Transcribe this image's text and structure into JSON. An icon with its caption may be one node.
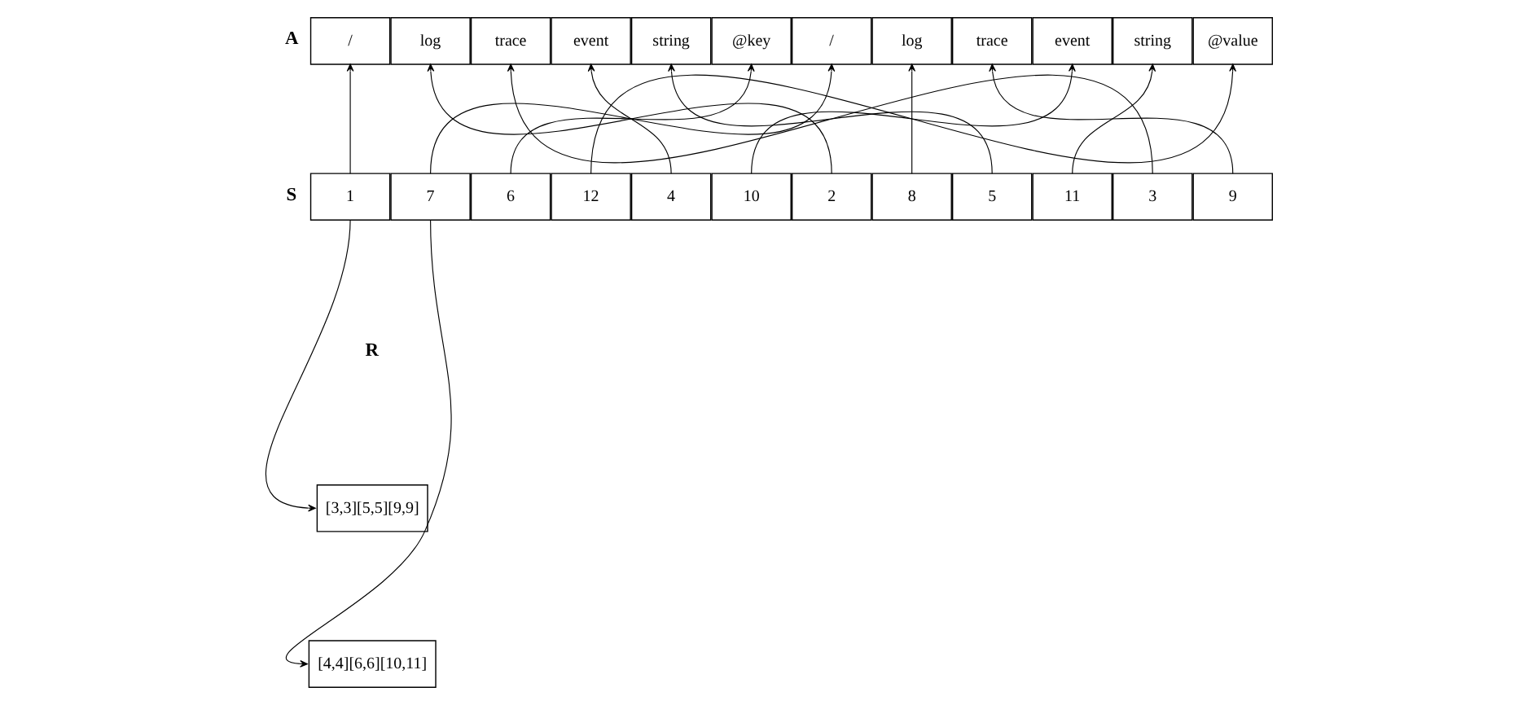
{
  "diagram": {
    "nodes": [
      {
        "text": [
          "/"
        ]
      },
      {
        "text": [
          "log"
        ]
      },
      {
        "text": [
          "trace"
        ]
      },
      {
        "text": [
          "event"
        ]
      },
      {
        "text": [
          "string"
        ]
      },
      {
        "text": [
          "@key"
        ]
      },
      {
        "text": [
          "/"
        ]
      },
      {
        "text": [
          "log"
        ]
      },
      {
        "text": [
          "trace"
        ]
      },
      {
        "text": [
          "event"
        ]
      },
      {
        "text": [
          "string"
        ]
      },
      {
        "text": [
          "@value"
        ]
      },
      {
        "text": [
          "1"
        ]
      },
      {
        "text": [
          "7"
        ]
      },
      {
        "text": [
          "6"
        ]
      },
      {
        "text": [
          "12"
        ]
      },
      {
        "text": [
          "4"
        ]
      },
      {
        "text": [
          "10"
        ]
      },
      {
        "text": [
          "2"
        ]
      },
      {
        "text": [
          "8"
        ]
      },
      {
        "text": [
          "5"
        ]
      },
      {
        "text": [
          "11"
        ]
      },
      {
        "text": [
          "3"
        ]
      },
      {
        "text": [
          "9"
        ]
      },
      {
        "text": [
          "[3,3][5,5][9,9]"
        ]
      },
      {
        "text": [
          "[4,4][6,6][10,11]"
        ]
      }
    ],
    "edges": [
      {
        "from": 12,
        "to": 0,
        "arrow": "to"
      },
      {
        "from": 13,
        "to": 6,
        "arrow": "to"
      },
      {
        "from": 14,
        "to": 5,
        "arrow": "to"
      },
      {
        "from": 15,
        "to": 11,
        "arrow": "to"
      },
      {
        "from": 16,
        "to": 3,
        "arrow": "to"
      },
      {
        "from": 17,
        "to": 9,
        "arrow": "to"
      },
      {
        "from": 18,
        "to": 1,
        "arrow": "to"
      },
      {
        "from": 19,
        "to": 7,
        "arrow": "to"
      },
      {
        "from": 20,
        "to": 4,
        "arrow": "to"
      },
      {
        "from": 21,
        "to": 10,
        "arrow": "to"
      },
      {
        "from": 22,
        "to": 2,
        "arrow": "to"
      },
      {
        "from": 23,
        "to": 8,
        "arrow": "to"
      },
      {
        "from": 12,
        "to": 24,
        "arrow": "to"
      },
      {
        "from": 13,
        "to": 25,
        "arrow": "to"
      }
    ],
    "labels": [
      "A",
      "S",
      "R"
    ]
  }
}
